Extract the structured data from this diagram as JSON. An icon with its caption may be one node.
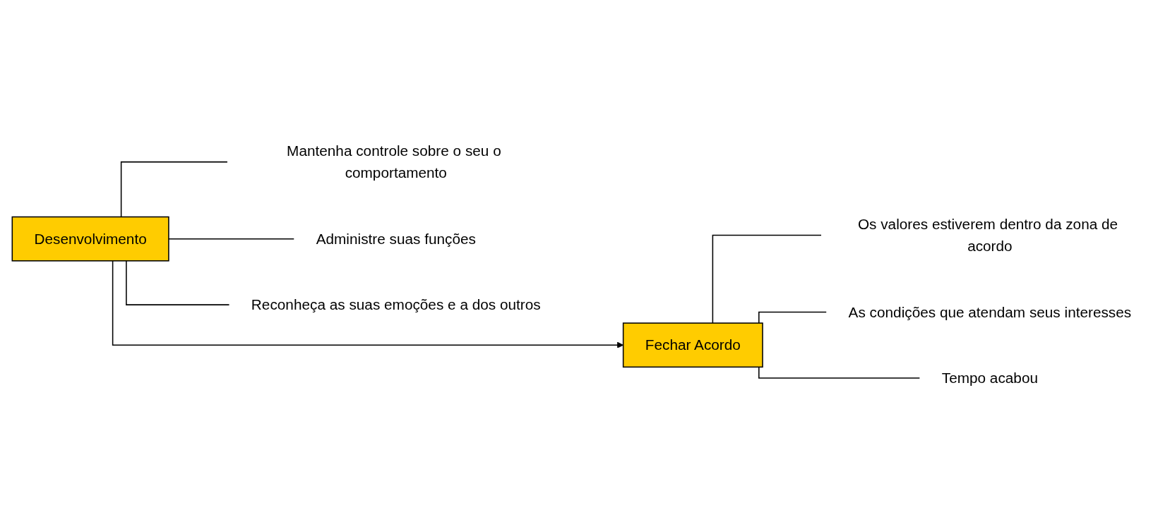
{
  "diagram": {
    "nodes": [
      {
        "text": [
          "Desenvolvimento"
        ]
      },
      {
        "text": [
          "Mantenha controle sobre o seu o comportamento"
        ]
      },
      {
        "text": [
          "Administre suas funções"
        ]
      },
      {
        "text": [
          "Reconheça as suas emoções e a dos outros"
        ]
      },
      {
        "text": [
          "Fechar Acordo"
        ]
      },
      {
        "text": [
          "Os valores estiverem dentro da zona de acordo"
        ]
      },
      {
        "text": [
          "As condições que atendam seus interesses"
        ]
      },
      {
        "text": [
          "Tempo acabou"
        ]
      }
    ],
    "edges": [
      {
        "from": 0,
        "to": 1,
        "arrow": "none"
      },
      {
        "from": 0,
        "to": 2,
        "arrow": "none"
      },
      {
        "from": 0,
        "to": 3,
        "arrow": "none"
      },
      {
        "from": 0,
        "to": 4,
        "arrow": "to"
      },
      {
        "from": 4,
        "to": 5,
        "arrow": "none"
      },
      {
        "from": 4,
        "to": 6,
        "arrow": "none"
      },
      {
        "from": 4,
        "to": 7,
        "arrow": "none"
      }
    ]
  }
}
